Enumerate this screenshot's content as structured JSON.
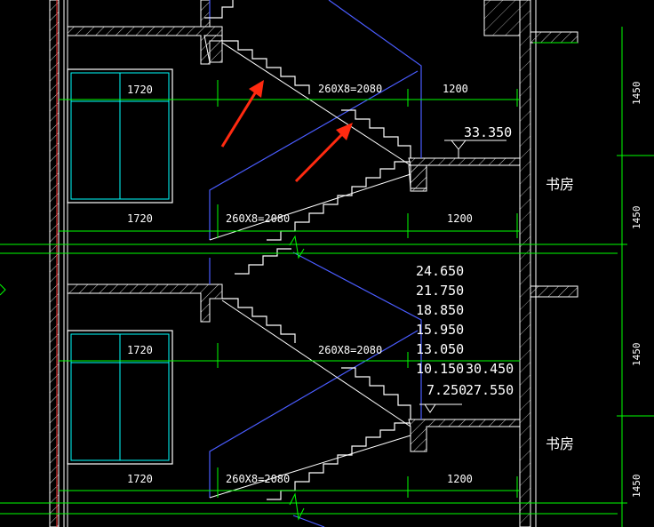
{
  "drawing": {
    "colors": {
      "background": "#000000",
      "wall": "#ffffff",
      "hatch": "#d0d0d0",
      "dimension": "#00ff00",
      "stair_outline": "#4a5cff",
      "window": "#00ffff",
      "annotation_arrow": "#ff2a10"
    },
    "upper_flight": {
      "window_width": "1720",
      "stair_dim_upper": "260X8=2080",
      "landing_dim_upper": "1200",
      "window_width_lower": "1720",
      "stair_dim_lower": "260X8=2080",
      "landing_dim_lower": "1200",
      "room_label": "书房",
      "level_mark": "33.350"
    },
    "lower_flight": {
      "window_width": "1720",
      "stair_dim_upper": "260X8=2080",
      "window_width_lower": "1720",
      "stair_dim_lower": "260X8=2080",
      "landing_dim_lower": "1200",
      "room_label": "书房",
      "levels_left": [
        "24.650",
        "21.750",
        "18.850",
        "15.950",
        "13.050",
        "10.150",
        "7.250"
      ],
      "levels_right": [
        "30.450",
        "27.550"
      ]
    },
    "vertical_dims": [
      "1450",
      "1450",
      "1450",
      "1450"
    ],
    "arrow_icons": [
      "red-arrow-icon",
      "red-arrow-icon"
    ]
  }
}
